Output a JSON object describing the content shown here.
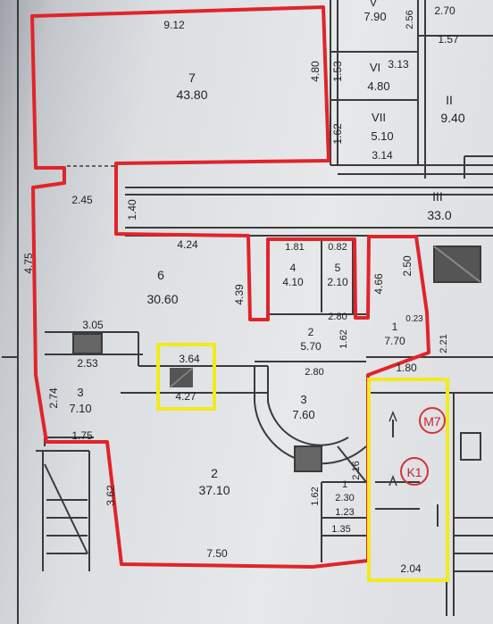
{
  "palette": {
    "paper": "#e4e6e9",
    "ink": "#3a3a3a",
    "highlight_red": "#e0242a",
    "highlight_yellow": "#f2ea1e",
    "circle_marker": "#d2343c"
  },
  "rooms": [
    {
      "id": "r7",
      "number": "7",
      "area": "43.80"
    },
    {
      "id": "r6",
      "number": "6",
      "area": "30.60"
    },
    {
      "id": "r4",
      "number": "4",
      "area": "4.10"
    },
    {
      "id": "r5",
      "number": "5",
      "area": "2.10"
    },
    {
      "id": "r2a",
      "number": "2",
      "area": "5.70"
    },
    {
      "id": "r1a",
      "number": "1",
      "area": "7.70"
    },
    {
      "id": "r3a",
      "number": "3",
      "area": "7.10"
    },
    {
      "id": "r3b",
      "number": "3",
      "area": "7.60"
    },
    {
      "id": "r2b",
      "number": "2",
      "area": "37.10"
    },
    {
      "id": "r1b",
      "number": "1",
      "area": "2.30"
    },
    {
      "id": "rVI",
      "number": "VI",
      "area": "4.80"
    },
    {
      "id": "rVII",
      "number": "VII",
      "area": "5.10"
    },
    {
      "id": "rII",
      "number": "II",
      "area": "9.40"
    },
    {
      "id": "rIII",
      "number": "III",
      "area": "33.0"
    },
    {
      "id": "rV",
      "number": "V",
      "area": "7.90"
    }
  ],
  "dimensions": [
    "9.12",
    "4.80",
    "1.53",
    "3.13",
    "1.62",
    "3.14",
    "2.45",
    "1.40",
    "4.75",
    "4.24",
    "1.81",
    "0.82",
    "2.50",
    "4.39",
    "4.66",
    "0.23",
    "2.80",
    "1.62",
    "3.05",
    "2.53",
    "3.64",
    "2.80",
    "1.80",
    "2.74",
    "4.27",
    "1.75",
    "2.16",
    "3.62",
    "1.62",
    "1.23",
    "1.35",
    "7.50",
    "2.04",
    "2.21",
    "2.56",
    "1.57",
    "2.70"
  ],
  "markers": [
    {
      "id": "m7",
      "text": "M7"
    },
    {
      "id": "k1",
      "text": "K1"
    }
  ]
}
